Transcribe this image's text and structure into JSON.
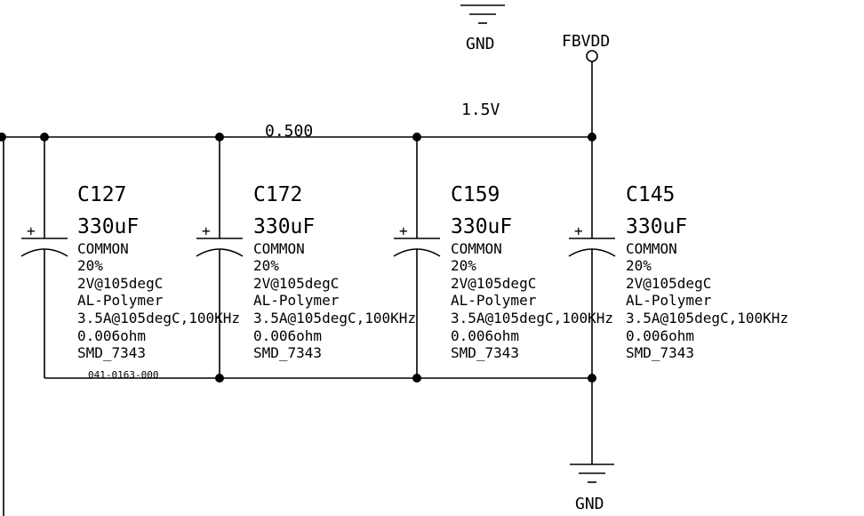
{
  "nets": {
    "top_ground": "GND",
    "supply": "FBVDD",
    "supply_voltage": "1.5V",
    "trace_width": "0.500",
    "bottom_ground": "GND"
  },
  "part_number": "041-0163-000",
  "capacitors": [
    {
      "ref": "C127",
      "value": "330uF",
      "lines": [
        "COMMON",
        "20%",
        "2V@105degC",
        "AL-Polymer",
        "3.5A@105degC,100KHz",
        "0.006ohm",
        "SMD_7343"
      ]
    },
    {
      "ref": "C172",
      "value": "330uF",
      "lines": [
        "COMMON",
        "20%",
        "2V@105degC",
        "AL-Polymer",
        "3.5A@105degC,100KHz",
        "0.006ohm",
        "SMD_7343"
      ]
    },
    {
      "ref": "C159",
      "value": "330uF",
      "lines": [
        "COMMON",
        "20%",
        "2V@105degC",
        "AL-Polymer",
        "3.5A@105degC,100KHz",
        "0.006ohm",
        "SMD_7343"
      ]
    },
    {
      "ref": "C145",
      "value": "330uF",
      "lines": [
        "COMMON",
        "20%",
        "2V@105degC",
        "AL-Polymer",
        "3.5A@105degC,100KHz",
        "0.006ohm",
        "SMD_7343"
      ]
    }
  ],
  "polarity_mark": "+"
}
